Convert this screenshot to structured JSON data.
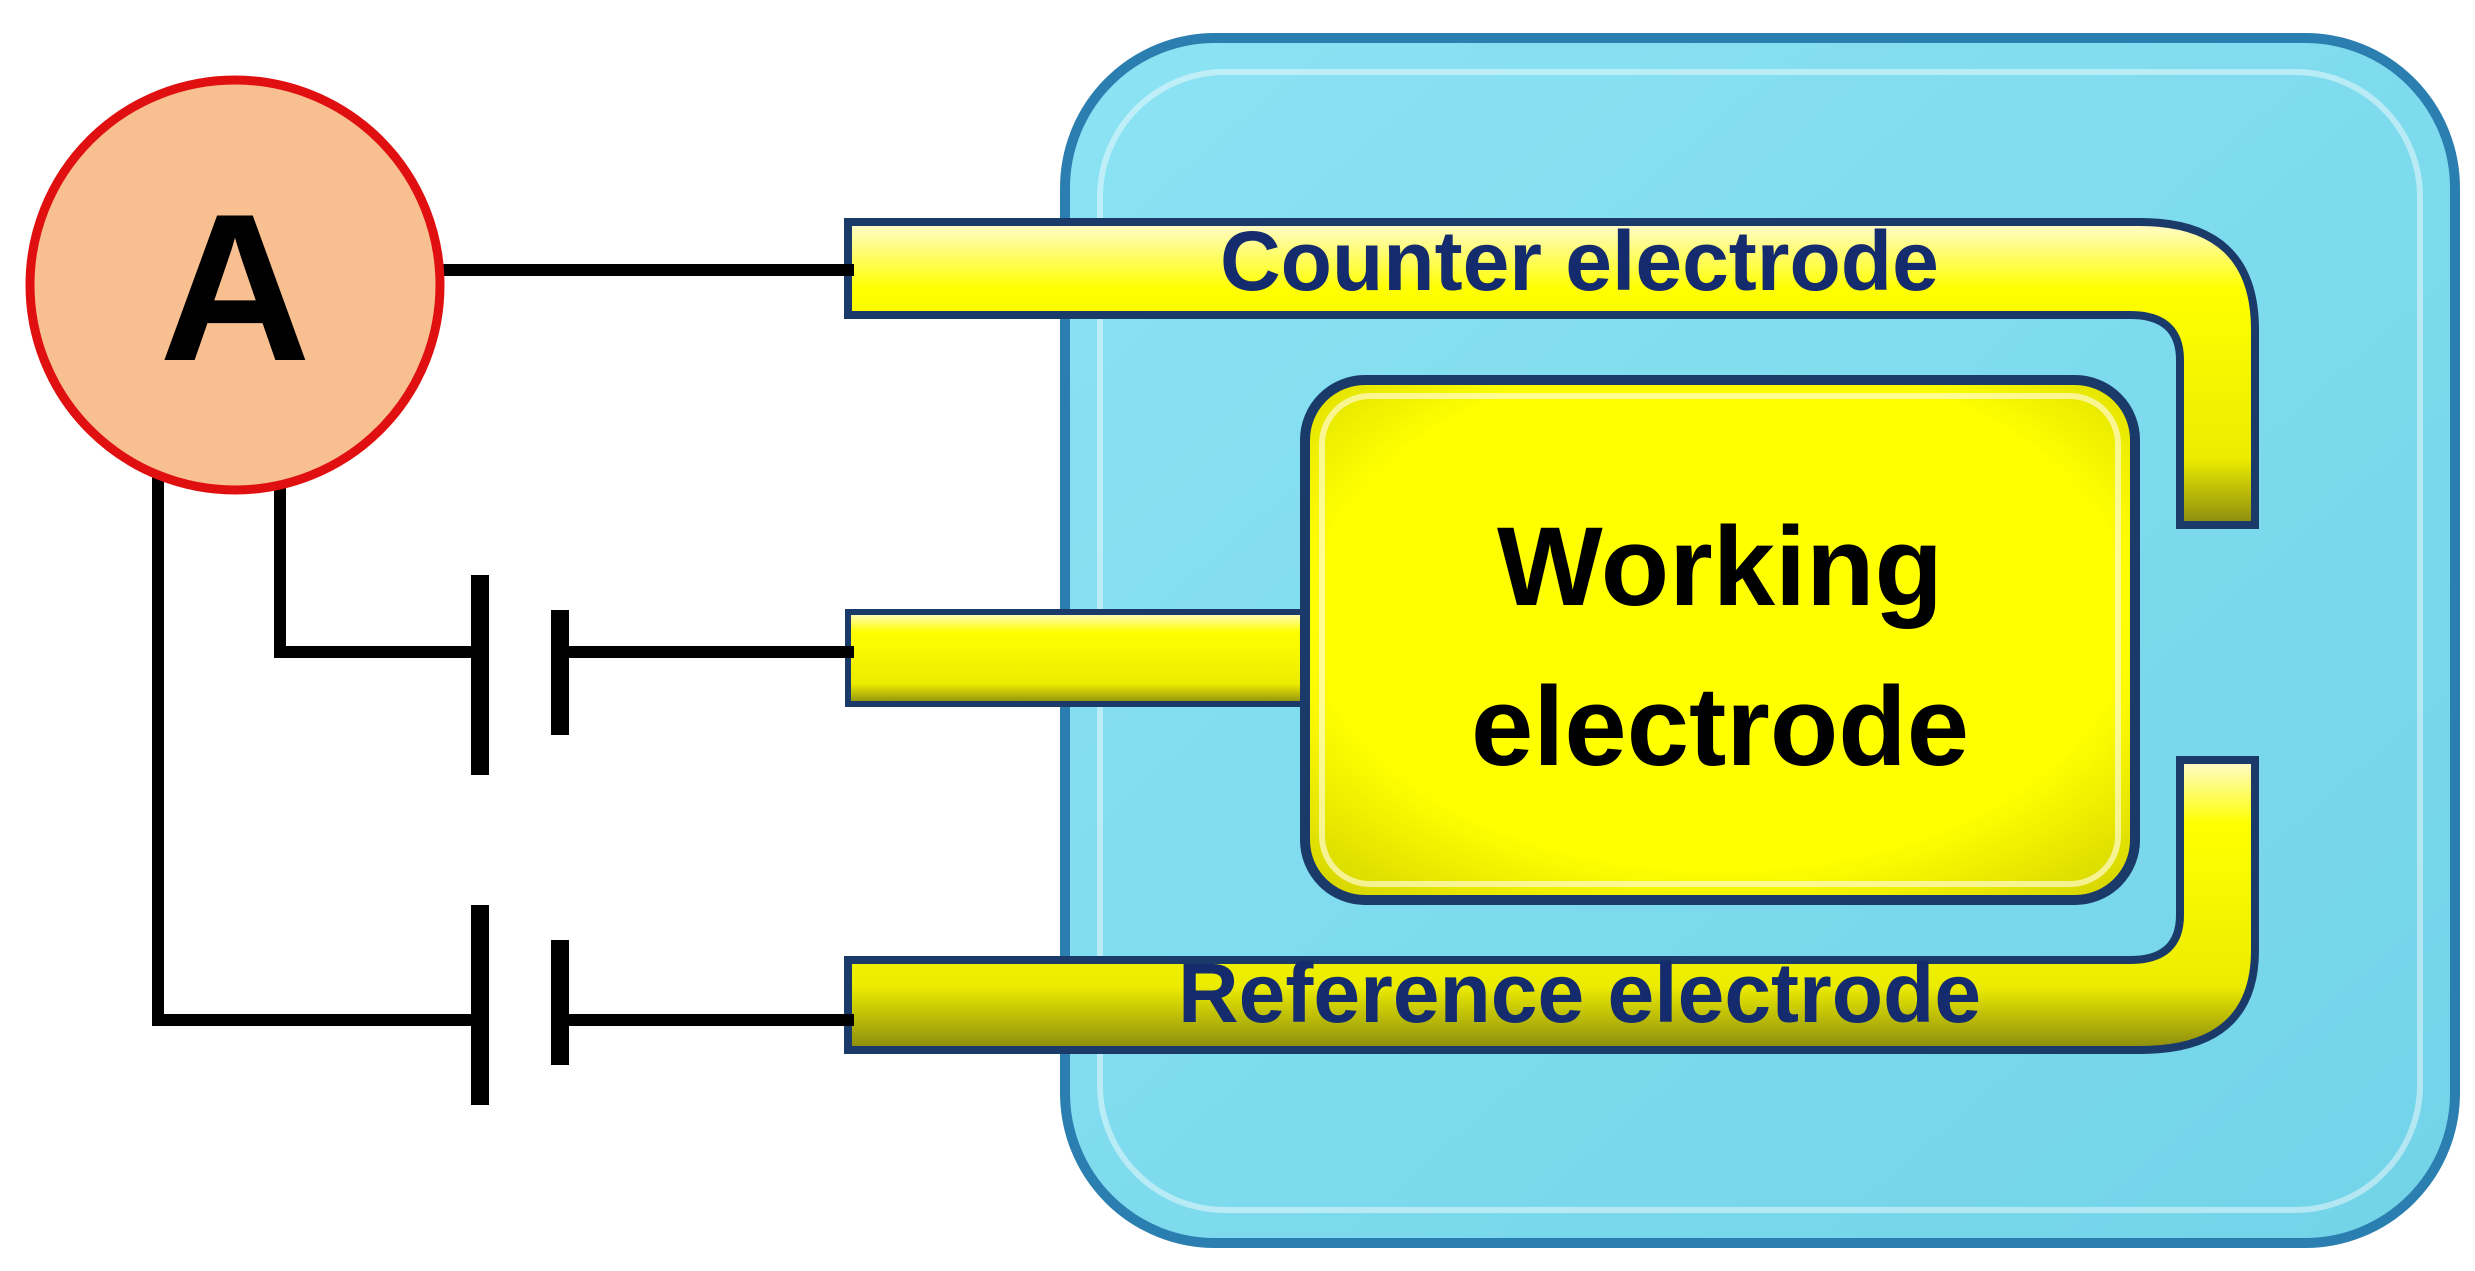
{
  "ammeter": {
    "symbol": "A"
  },
  "electrodes": {
    "counter": "Counter electrode",
    "working_line1": "Working",
    "working_line2": "electrode",
    "reference": "Reference electrode"
  },
  "colors": {
    "cell_fill": "#7fdbed",
    "cell_border": "#2a7fb0",
    "electrode_fill": "#ffff00",
    "electrode_edge": "#1a3a6a",
    "label_text": "#142c6e",
    "ammeter_fill": "#f8c090",
    "ammeter_border": "#e01010",
    "wire": "#000000"
  }
}
